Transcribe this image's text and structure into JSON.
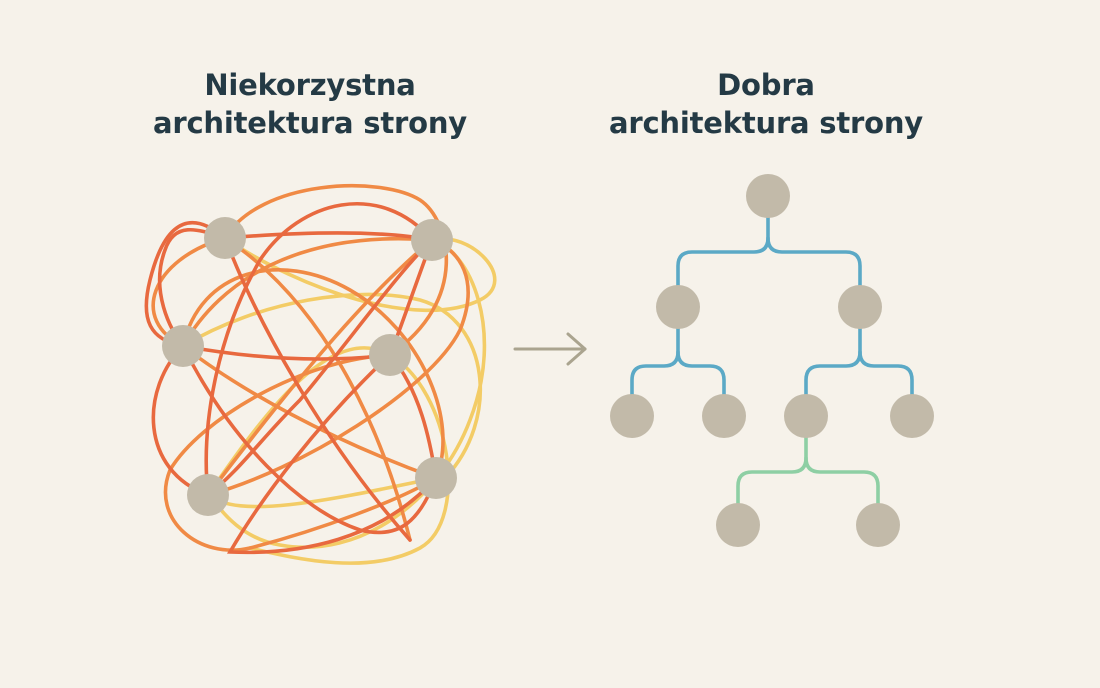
{
  "left": {
    "title_line1": "Niekorzystna",
    "title_line2": "architektura strony"
  },
  "right": {
    "title_line1": "Dobra",
    "title_line2": "architektura strony"
  },
  "colors": {
    "background": "#f6f2ea",
    "title": "#243a45",
    "node": "#c2baa9",
    "tangle_dark": "#e8693f",
    "tangle_mid": "#f08a45",
    "tangle_light": "#f3cc66",
    "tree_blue": "#5ba9c6",
    "tree_green": "#8ecfa4",
    "arrow": "#aaa48f"
  },
  "icons": {
    "arrow": "arrow-right-icon"
  }
}
